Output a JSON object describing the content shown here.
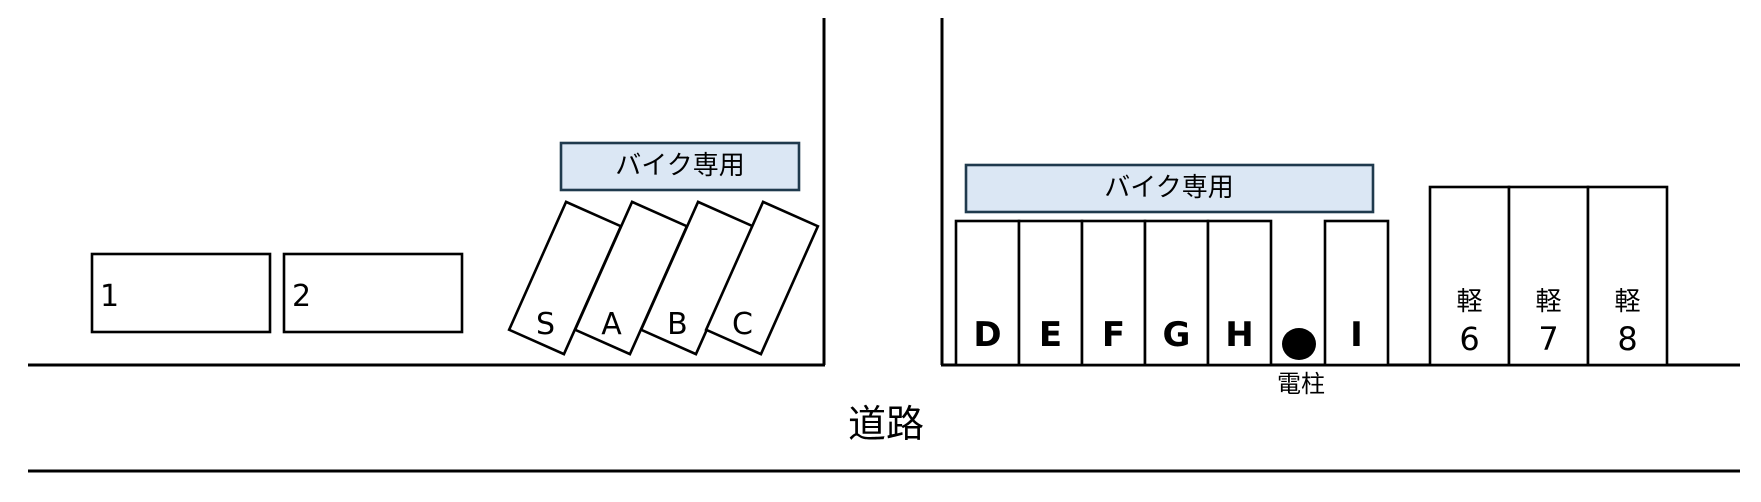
{
  "colors": {
    "bike_band_fill": "#dbe7f4",
    "bike_band_stroke": "#1f3a4d",
    "ink": "#000000",
    "background": "#ffffff"
  },
  "bike_band_left": {
    "label": "バイク専用"
  },
  "bike_band_right": {
    "label": "バイク専用"
  },
  "left_lot": {
    "car_slots": [
      "1",
      "2"
    ],
    "bike_slots": [
      "S",
      "A",
      "B",
      "C"
    ]
  },
  "right_lot": {
    "slots": [
      "D",
      "E",
      "F",
      "G",
      "H",
      "I"
    ],
    "utility_pole": {
      "label": "電柱"
    },
    "kei_slots": [
      {
        "kanji": "軽",
        "number": "6"
      },
      {
        "kanji": "軽",
        "number": "7"
      },
      {
        "kanji": "軽",
        "number": "8"
      }
    ]
  },
  "road": {
    "label": "道路"
  }
}
